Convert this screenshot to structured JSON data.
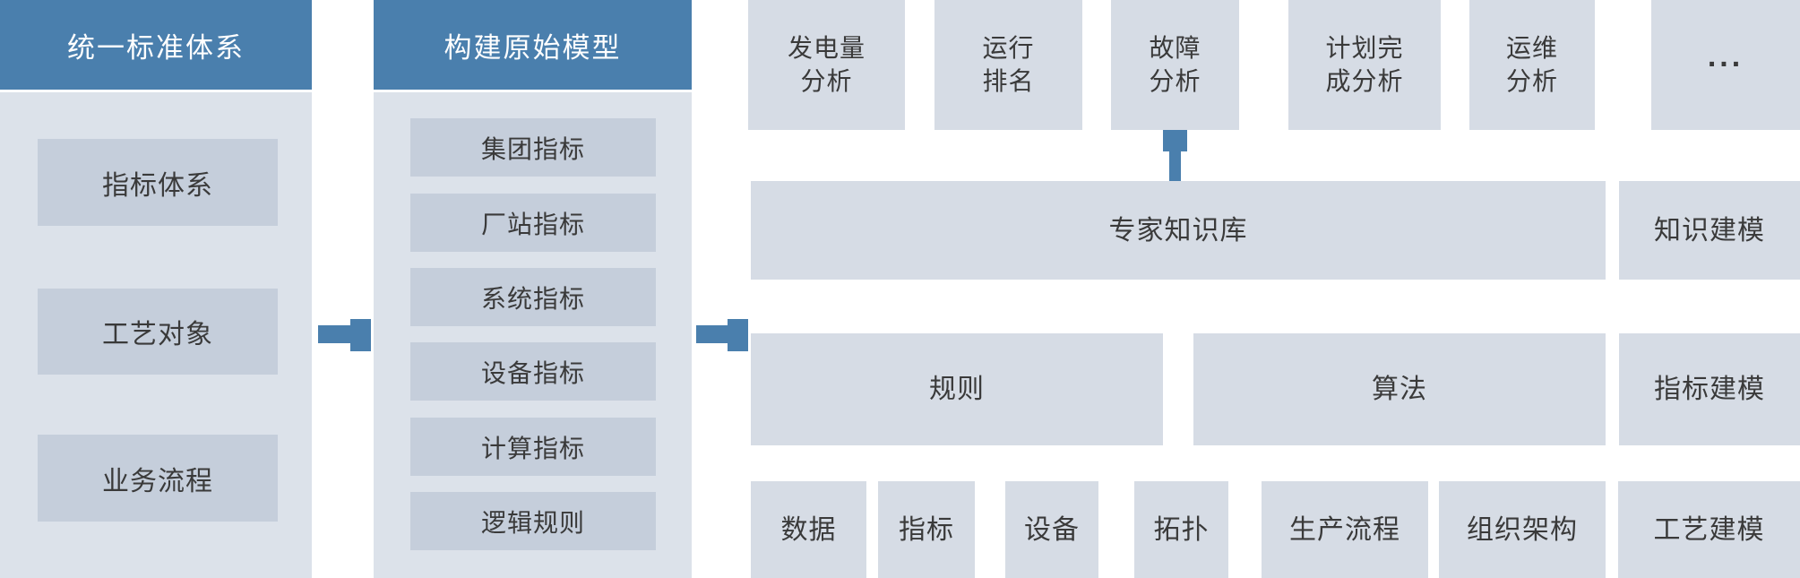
{
  "colors": {
    "header_blue": "#4a7fad",
    "arrow_blue": "#4a7fad",
    "panel_bg": "#dce2ea",
    "inner_box_bg": "#c5cedb",
    "right_box_bg": "#d6dce5",
    "text_dark": "#3a3a3a",
    "header_text": "#ffffff"
  },
  "standard_column": {
    "title": "统一标准体系",
    "boxes": [
      "指标体系",
      "工艺对象",
      "业务流程"
    ]
  },
  "model_column": {
    "title": "构建原始模型",
    "boxes": [
      "集团指标",
      "厂站指标",
      "系统指标",
      "设备指标",
      "计算指标",
      "逻辑规则"
    ]
  },
  "analysis_row": [
    {
      "line1": "发电量",
      "line2": "分析"
    },
    {
      "line1": "运行",
      "line2": "排名"
    },
    {
      "line1": "故障",
      "line2": "分析"
    },
    {
      "line1": "计划完",
      "line2": "成分析"
    },
    {
      "line1": "运维",
      "line2": "分析"
    },
    {
      "line1": "..."
    }
  ],
  "knowledge_row": {
    "main": "专家知识库",
    "side": "知识建模"
  },
  "rule_row": {
    "left": "规则",
    "right": "算法",
    "side": "指标建模"
  },
  "base_row": {
    "items": [
      "数据",
      "指标",
      "设备",
      "拓扑",
      "生产流程",
      "组织架构"
    ],
    "side": "工艺建模"
  }
}
